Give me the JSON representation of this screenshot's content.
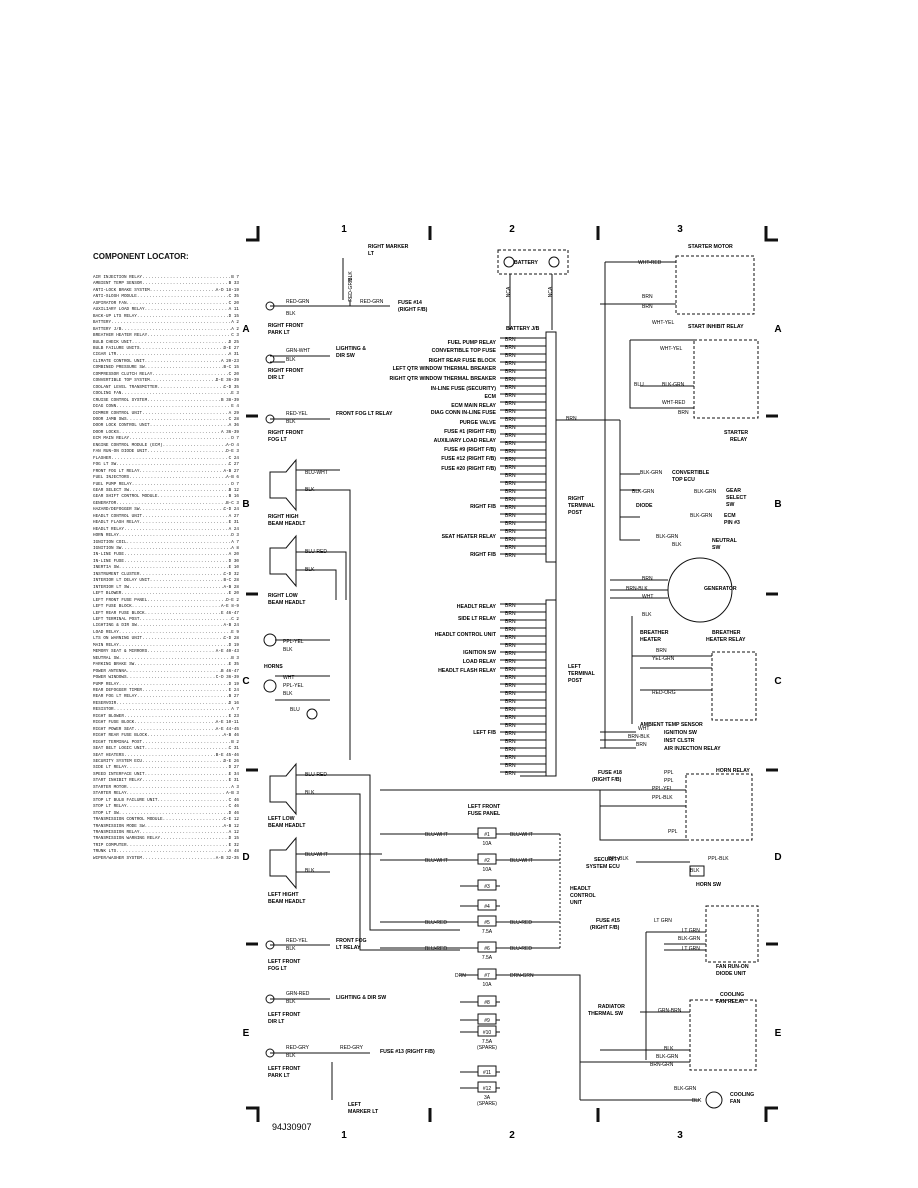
{
  "locator": {
    "title": "COMPONENT LOCATOR:",
    "items": [
      [
        "AIR INJECTION RELAY",
        "B 7"
      ],
      [
        "AMBIENT TEMP SENSOR",
        "B 33"
      ],
      [
        "ANTI-LOCK BRAKE SYSTEM",
        "A-D 18-19"
      ],
      [
        "ANTI-SLOSH MODULE",
        "C 35"
      ],
      [
        "ASPIRATOR FAN",
        "C 20"
      ],
      [
        "AUXILIARY LOAD RELAY",
        "A 11"
      ],
      [
        "BACK-UP LTS RELAY",
        "D 15"
      ],
      [
        "BATTERY",
        "A 2"
      ],
      [
        "BATTERY J/B",
        "A 2"
      ],
      [
        "BREATHER HEATER RELAY",
        "C 3"
      ],
      [
        "BULB CHECK UNIT",
        "D 25"
      ],
      [
        "BULB FAILURE UNITS",
        "D-E 27"
      ],
      [
        "CIGAR LTR",
        "A 31"
      ],
      [
        "CLIMATE CONTROL UNIT",
        "A 20-23"
      ],
      [
        "COMBINED PRESSURE SW",
        "B-C 15"
      ],
      [
        "COMPRESSOR CLUTCH RELAY",
        "C 20"
      ],
      [
        "CONVERTIBLE TOP SYSTEM",
        "D-E 36-39"
      ],
      [
        "COOLANT LEVEL TRANSMITTER",
        "C-D 35"
      ],
      [
        "COOLING FAN",
        "E 3"
      ],
      [
        "CRUISE CONTROL SYSTEM",
        "B 38-39"
      ],
      [
        "DIAG CONN",
        "E 4"
      ],
      [
        "DIMMER CONTROL UNIT",
        "A 29"
      ],
      [
        "DOOR JAMB SWS",
        "C 28"
      ],
      [
        "DOOR LOCK CONTROL UNIT",
        "A 36"
      ],
      [
        "DOOR LOCKS",
        "A 36-39"
      ],
      [
        "ECM MAIN RELAY",
        "D 7"
      ],
      [
        "ENGINE CONTROL MODULE (ECM)",
        "A-D 4"
      ],
      [
        "FAN RUN-ON DIODE UNIT",
        "D-E 3"
      ],
      [
        "FLASHER",
        "C 24"
      ],
      [
        "FOG LT SW",
        "C 27"
      ],
      [
        "FRONT FOG LT RELAY",
        "A-B 27"
      ],
      [
        "FUEL INJECTORS",
        "A-B 6"
      ],
      [
        "FUEL PUMP RELAY",
        "D 7"
      ],
      [
        "GEAR SELECT SW",
        "B 12"
      ],
      [
        "GEAR SHIFT CONTROL MODULE",
        "B 16"
      ],
      [
        "GENERATOR",
        "B-C 3"
      ],
      [
        "HAZARD/DEFOGGER SW",
        "C-D 24"
      ],
      [
        "HEADLT CONTROL UNIT",
        "A 27"
      ],
      [
        "HEADLT FLASH RELAY",
        "E 31"
      ],
      [
        "HEADLT RELAY",
        "A 24"
      ],
      [
        "HORN RELAY",
        "D 3"
      ],
      [
        "IGNITION COIL",
        "A 7"
      ],
      [
        "IGNITION SW",
        "A 8"
      ],
      [
        "IN-LINE FUSE",
        "A 20"
      ],
      [
        "IN-LINE FUSE",
        "D 30"
      ],
      [
        "INERTIA SW",
        "E 10"
      ],
      [
        "INSTRUMENT CLUSTER",
        "C-D 32"
      ],
      [
        "INTERIOR LT DELAY UNIT",
        "B-C 28"
      ],
      [
        "INTERIOR LT SW",
        "A-B 28"
      ],
      [
        "LEFT BLOWER",
        "E 20"
      ],
      [
        "LEFT FRONT FUSE PANEL",
        "D-E 2"
      ],
      [
        "LEFT FUSE BLOCK",
        "A-E 8-9"
      ],
      [
        "LEFT REAR FUSE BLOCK",
        "E 46-47"
      ],
      [
        "LEFT TERMINAL POST",
        "C 2"
      ],
      [
        "LIGHTING & DIR SW",
        "A-B 24"
      ],
      [
        "LOAD RELAY",
        "E 9"
      ],
      [
        "LTS ON WARNING UNIT",
        "C-D 28"
      ],
      [
        "MAIN RELAY",
        "D 19"
      ],
      [
        "MEMORY SEAT & MIRRORS",
        "A-E 40-43"
      ],
      [
        "NEUTRAL SW",
        "B 3"
      ],
      [
        "PARKING BRAKE SW",
        "E 35"
      ],
      [
        "POWER ANTENNA",
        "B 46-47"
      ],
      [
        "POWER WINDOWS",
        "C-D 36-39"
      ],
      [
        "PUMP RELAY",
        "D 19"
      ],
      [
        "REAR DEFOGGER TIMER",
        "E 24"
      ],
      [
        "REAR FOG LT RELAY",
        "B 27"
      ],
      [
        "RESERVOIR",
        "D 16"
      ],
      [
        "RESISTOR",
        "A 7"
      ],
      [
        "RIGHT BLOWER",
        "E 23"
      ],
      [
        "RIGHT FUSE BLOCK",
        "A-E 10-11"
      ],
      [
        "RIGHT POWER SEAT",
        "A-E 44-45"
      ],
      [
        "RIGHT REAR FUSE BLOCK",
        "A-B 46"
      ],
      [
        "RIGHT TERMINAL POST",
        "B 2"
      ],
      [
        "SEAT BELT LOGIC UNIT",
        "C 31"
      ],
      [
        "SEAT HEATERS",
        "B-E 45-46"
      ],
      [
        "SECURITY SYSTEM ECU",
        "D-E 26"
      ],
      [
        "SIDE LT RELAY",
        "D 27"
      ],
      [
        "SPEED INTERFACE UNIT",
        "E 34"
      ],
      [
        "START INHIBIT RELAY",
        "E 31"
      ],
      [
        "STARTER MOTOR",
        "A 3"
      ],
      [
        "STARTER RELAY",
        "A-B 3"
      ],
      [
        "STOP LT BULB FAILURE UNIT",
        "C 46"
      ],
      [
        "STOP LT RELAY",
        "C 46"
      ],
      [
        "STOP LT SW",
        "D 46"
      ],
      [
        "TRANSMISSION CONTROL MODULE",
        "C-E 12"
      ],
      [
        "TRANSMISSION MODE SW",
        "A-B 12"
      ],
      [
        "TRANSMISSION RELAY",
        "A 12"
      ],
      [
        "TRANSMISSION WARNING RELAY",
        "D 15"
      ],
      [
        "TRIP COMPUTER",
        "E 32"
      ],
      [
        "TRUNK LTS",
        "A 48"
      ],
      [
        "WIPER/WASHER SYSTEM",
        "A-B 32-35"
      ]
    ]
  },
  "grid": {
    "columns": [
      "1",
      "2",
      "3"
    ],
    "rows": [
      "A",
      "B",
      "C",
      "D",
      "E"
    ]
  },
  "footer": {
    "code": "94J30907"
  },
  "labels": {
    "right_marker": "RIGHT MARKER LT",
    "right_front_park": "RIGHT FRONT PARK LT",
    "right_front_dir": "RIGHT FRONT DIR LT",
    "right_front_fog": "RIGHT FRONT FOG LT",
    "right_high_beam": "RIGHT HIGH BEAM HEADLT",
    "right_low_beam": "RIGHT LOW BEAM HEADLT",
    "horns": "HORNS",
    "left_low_beam": "LEFT LOW BEAM HEADLT",
    "left_high_beam": "LEFT HIGHT BEAM HEADLT",
    "left_front_fog": "LEFT FRONT FOG LT",
    "left_front_dir": "LEFT FRONT DIR LT",
    "left_front_park": "LEFT FRONT PARK LT",
    "left_marker": "LEFT MARKER LT",
    "fuse14": "FUSE #14 (RIGHT F/B)",
    "lighting_dir": "LIGHTING & DIR SW",
    "front_fog_relay": "FRONT FOG LT RELAY",
    "front_fog_relay2": "FRONT FOG LT RELAY",
    "lighting_dir2": "LIGHTING & DIR SW",
    "fuse13": "FUSE #13 (RIGHT F/B)",
    "battery": "BATTERY",
    "battery_jb": "BATTERY J/B",
    "right_terminal": "RIGHT TERMINAL POST",
    "left_terminal": "LEFT TERMINAL POST",
    "starter_motor": "STARTER MOTOR",
    "start_inhibit": "START INHIBIT RELAY",
    "starter_relay": "STARTER RELAY",
    "conv_top_ecu": "CONVERTIBLE TOP ECU",
    "gear_select": "GEAR SELECT SW",
    "diode": "DIODE",
    "ecm_pin3": "ECM PIN #3",
    "neutral_sw": "NEUTRAL SW",
    "generator": "GENERATOR",
    "breather_heater": "BREATHER HEATER",
    "breather_relay": "BREATHER HEATER RELAY",
    "ambient_sensor": "AMBIENT TEMP SENSOR",
    "ignition_sw": "IGNITION SW",
    "inst_clstr": "INST CLSTR",
    "air_inj": "AIR INJECTION RELAY",
    "horn_relay": "HORN RELAY",
    "fuse18": "FUSE #18 (RIGHT F/B)",
    "security_ecu": "SECURITY SYSTEM ECU",
    "horn_sw": "HORN SW",
    "fuse15": "FUSE #15 (RIGHT F/B)",
    "fan_runon": "FAN RUN-ON DIODE UNIT",
    "radiator_sw": "RADIATOR THERMAL SW",
    "cooling_relay": "COOLING FAN RELAY",
    "cooling_fan": "COOLING FAN",
    "left_front_fuse_panel": "LEFT FRONT FUSE PANEL",
    "headlt_control_unit": "HEADLT CONTROL UNIT"
  },
  "right_post_labels": [
    "FUEL PUMP RELAY",
    "CONVERTIBLE TOP FUSE",
    "RIGHT REAR FUSE BLOCK",
    "LEFT QTR WINDOW THERMAL BREAKER",
    "RIGHT QTR WINDOW THERMAL BREAKER",
    "IN-LINE FUSE (SECURITY)",
    "ECM",
    "ECM MAIN RELAY",
    "DIAG CONN IN-LINE FUSE",
    "PURGE VALVE",
    "FUSE #1 (RIGHT F/B)",
    "AUXILIARY LOAD RELAY",
    "FUSE #9 (RIGHT F/B)",
    "FUSE #12 (RIGHT F/B)",
    "FUSE #20 (RIGHT F/B)",
    "RIGHT F/B",
    "SEAT HEATER RELAY",
    "RIGHT F/B"
  ],
  "left_post_labels": [
    "HEADLT RELAY",
    "SIDE LT RELAY",
    "HEADLT CONTROL UNIT",
    "IGNITION SW",
    "LOAD RELAY",
    "HEADLT FLASH RELAY",
    "LEFT F/B"
  ],
  "fuses": [
    {
      "n": "#1",
      "a": "10A"
    },
    {
      "n": "#2",
      "a": "10A"
    },
    {
      "n": "#3",
      "a": ""
    },
    {
      "n": "#4",
      "a": ""
    },
    {
      "n": "#5",
      "a": "7.5A"
    },
    {
      "n": "#6",
      "a": "7.5A"
    },
    {
      "n": "#7",
      "a": "10A"
    },
    {
      "n": "#8",
      "a": ""
    },
    {
      "n": "#9",
      "a": ""
    },
    {
      "n": "#10",
      "a": "7.5A (SPARE)"
    },
    {
      "n": "#11",
      "a": ""
    },
    {
      "n": "#12",
      "a": "3A (SPARE)"
    }
  ],
  "wires": {
    "red_grn": "RED-GRN",
    "blk": "BLK",
    "grn_wht": "GRN-WHT",
    "red_yel": "RED-YEL",
    "blu_wht": "BLU-WHT",
    "blu_red": "BLU-RED",
    "ppl_yel": "PPL-YEL",
    "wht": "WHT",
    "blu": "BLU",
    "grn_red": "GRN-RED",
    "red_gry": "RED-GRY",
    "brn": "BRN",
    "nca": "NCA",
    "wht_red": "WHT-RED",
    "wht_yel": "WHT-YEL",
    "blk_grn": "BLK-GRN",
    "brn_blk": "BRN-BLK",
    "yel_grn": "YEL-GRN",
    "red_org": "RED-ORG",
    "ppl": "PPL",
    "ppl_blk": "PPL-BLK",
    "lt_grn": "LT GRN",
    "grn_brn": "GRN-BRN",
    "brn_grn": "BRN-GRN",
    "drn": "DRN",
    "drn_grn": "DRN-GRN"
  }
}
